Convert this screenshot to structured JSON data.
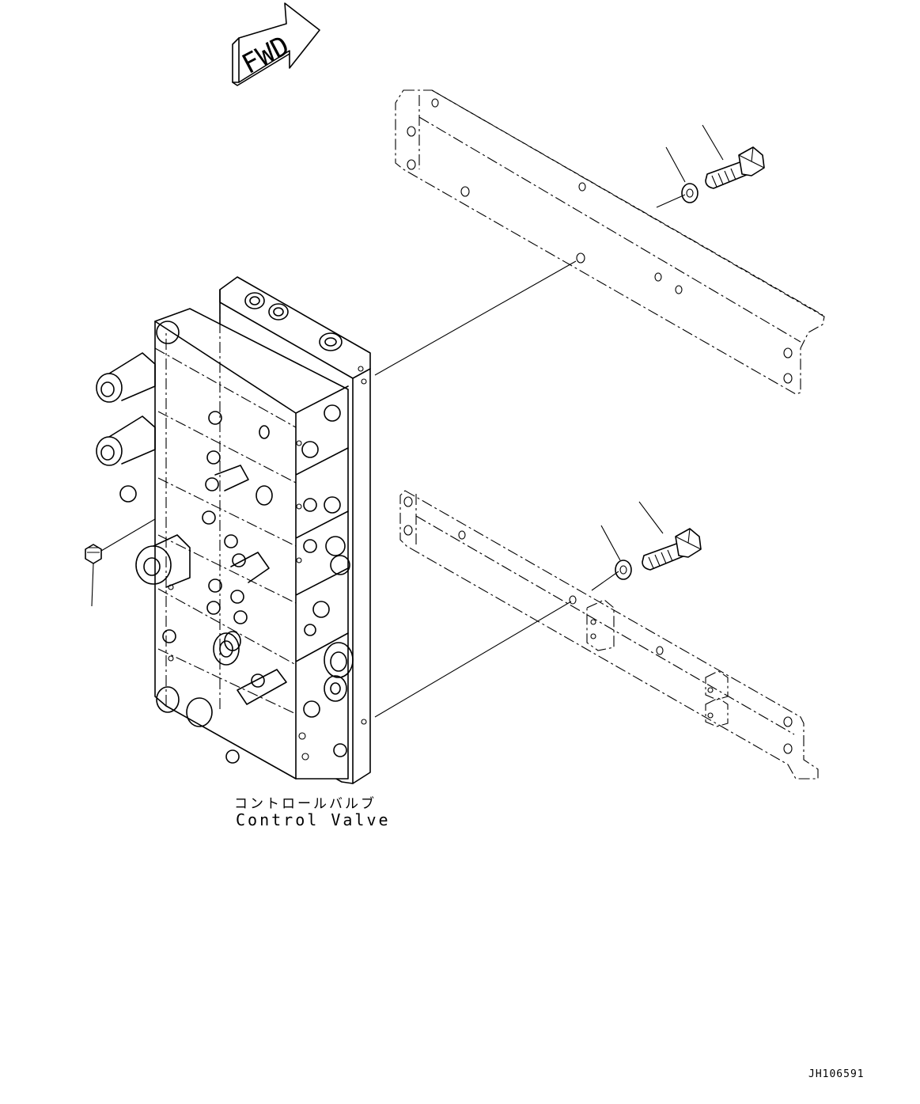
{
  "direction_arrow": {
    "text": "FWD"
  },
  "component_label": {
    "japanese": "コントロールバルブ",
    "english": "Control Valve"
  },
  "drawing_number": "JH106591"
}
